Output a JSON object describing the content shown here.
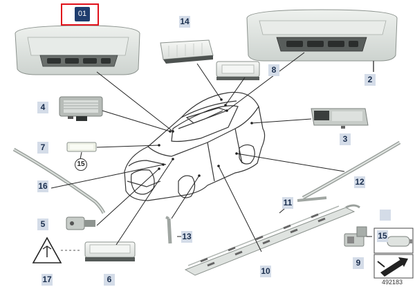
{
  "diagram": {
    "selected_item": "01",
    "callouts": [
      "14",
      "8",
      "2",
      "4",
      "3",
      "7",
      "15",
      "16",
      "12",
      "11",
      "5",
      "13",
      "15",
      "9",
      "17",
      "6",
      "10"
    ],
    "diagram_id": "492183"
  },
  "colors": {
    "callout_fill": "#d4dce8",
    "callout_text": "#1b2f4e",
    "selection_border": "#e0101a",
    "selected_tag_fill": "#1f3d6e",
    "leader_line": "#222222"
  }
}
